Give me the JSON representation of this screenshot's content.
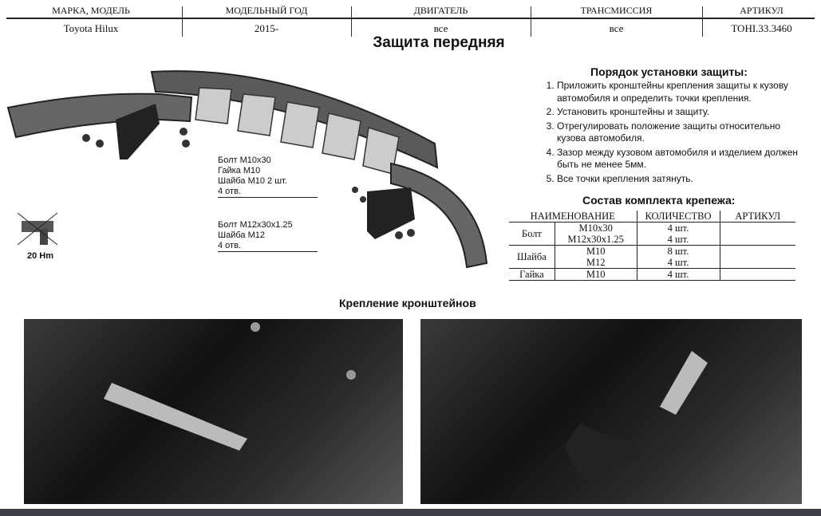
{
  "header": {
    "columns": [
      "МАРКА, МОДЕЛЬ",
      "МОДЕЛЬНЫЙ ГОД",
      "ДВИГАТЕЛЬ",
      "ТРАНСМИССИЯ",
      "АРТИКУЛ"
    ],
    "values": [
      "Toyota Hilux",
      "2015-",
      "все",
      "все",
      "TOHI.33.3460"
    ]
  },
  "title": "Защита передняя",
  "instructions": {
    "title": "Порядок установки защиты:",
    "steps": [
      "Приложить кронштейны крепления защиты к кузову автомобиля и определить точки крепления.",
      "Установить кронштейны и защиту.",
      "Отрегулировать положение защиты относительно кузова автомобиля.",
      "Зазор между кузовом автомобиля и изделием должен быть не менее 5мм.",
      "Все точки крепления затянуть."
    ]
  },
  "kit": {
    "title": "Состав комплекта крепежа:",
    "headers": [
      "НАИМЕНОВАНИЕ",
      "КОЛИЧЕСТВО",
      "АРТИКУЛ"
    ],
    "rows": [
      {
        "name": "Болт",
        "size": "M10x30",
        "qty": "4 шт."
      },
      {
        "size": "M12x30x1.25",
        "qty": "4 шт."
      },
      {
        "name": "Шайба",
        "size": "M10",
        "qty": "8 шт."
      },
      {
        "size": "M12",
        "qty": "4 шт."
      },
      {
        "name": "Гайка",
        "size": "M10",
        "qty": "4 шт."
      }
    ]
  },
  "callout1": [
    "Болт М10х30",
    "Гайка М10",
    "Шайба М10 2 шт.",
    "4 отв."
  ],
  "callout2": [
    "Болт М12х30х1.25",
    "Шайба М12",
    "4 отв."
  ],
  "torque": "20 Hm",
  "photos_title": "Крепление кронштейнов"
}
